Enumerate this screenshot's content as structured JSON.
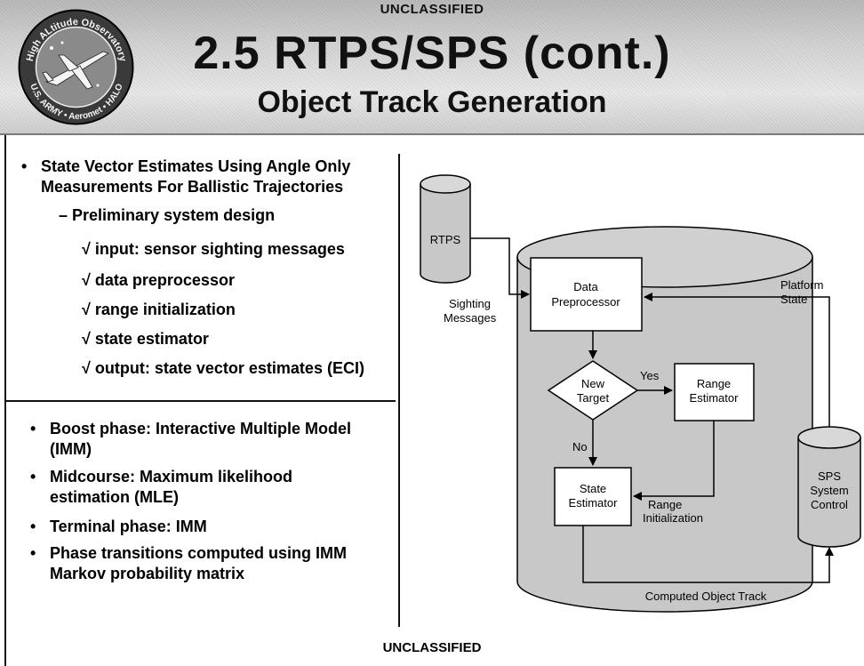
{
  "header": {
    "classification": "UNCLASSIFIED",
    "title": "2.5 RTPS/SPS (cont.)",
    "subtitle": "Object Track Generation",
    "seal_text_top": "High ALtitude Observatory",
    "seal_text_bottom": "U.S. ARMY • Aeromet • HALO"
  },
  "left_panel": {
    "bullet1": {
      "line1": "State Vector Estimates Using Angle Only",
      "line2": "Measurements For Ballistic Trajectories",
      "sub": "Preliminary system design",
      "items": [
        "input: sensor sighting messages",
        "data preprocessor",
        "range initialization",
        "state estimator",
        "output: state vector estimates (ECI)"
      ]
    },
    "bullets2": [
      {
        "line1": "Boost phase: Interactive Multiple Model",
        "line2": "(IMM)"
      },
      {
        "line1": "Midcourse: Maximum likelihood",
        "line2": "estimation (MLE)"
      },
      {
        "line1": "Terminal phase: IMM",
        "line2": ""
      },
      {
        "line1": "Phase transitions computed using IMM",
        "line2": "Markov probability matrix"
      }
    ]
  },
  "diagram": {
    "rtps": "RTPS",
    "sighting1": "Sighting",
    "sighting2": "Messages",
    "data_pre1": "Data",
    "data_pre2": "Preprocessor",
    "platform1": "Platform",
    "platform2": "State",
    "new1": "New",
    "new2": "Target",
    "yes": "Yes",
    "no": "No",
    "range_est1": "Range",
    "range_est2": "Estimator",
    "state_est1": "State",
    "state_est2": "Estimator",
    "range_init1": "Range",
    "range_init2": "Initialization",
    "sps1": "SPS",
    "sps2": "System",
    "sps3": "Control",
    "computed": "Computed Object Track"
  },
  "footer": {
    "classification": "UNCLASSIFIED"
  },
  "colors": {
    "cylinder_fill": "#c8c8c8",
    "box_fill": "#ffffff",
    "stroke": "#000000"
  }
}
